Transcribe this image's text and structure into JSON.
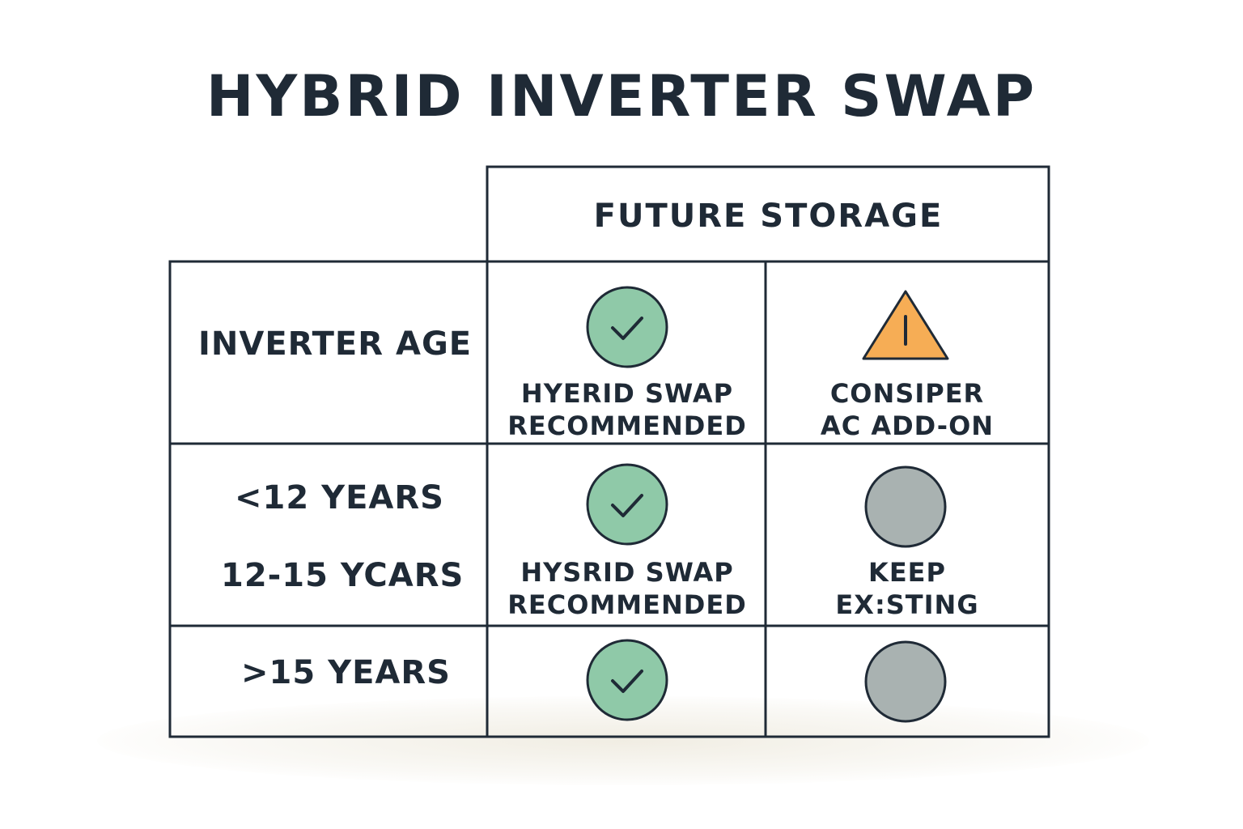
{
  "title": "HYBRID INVERTER SWAP",
  "column_header": "FUTURE STORAGE",
  "row_header": "INVERTER AGE",
  "rows": [
    {
      "label": "<12 YEARS"
    },
    {
      "label": "12-15 YCARS"
    },
    {
      "label": ">15 YEARS"
    }
  ],
  "cells": [
    {
      "icon": "check-circle-icon",
      "line1": "HYERID SWAP",
      "line2": "RECOMMENDED"
    },
    {
      "icon": "warning-triangle-icon",
      "line1": "CONSIPER",
      "line2": "AC ADD-ON"
    },
    {
      "icon": "check-circle-icon",
      "line1": "HYSRID SWAP",
      "line2": "RECOMMENDED"
    },
    {
      "icon": "gray-circle-icon",
      "line1": "KEEP",
      "line2": "EX:STING"
    },
    {
      "icon": "check-circle-icon"
    },
    {
      "icon": "gray-circle-icon"
    }
  ],
  "colors": {
    "check_fill": "#8fc9a8",
    "warning_fill": "#f6ad55",
    "neutral_fill": "#a9b2b1",
    "ink": "#1f2a36"
  }
}
